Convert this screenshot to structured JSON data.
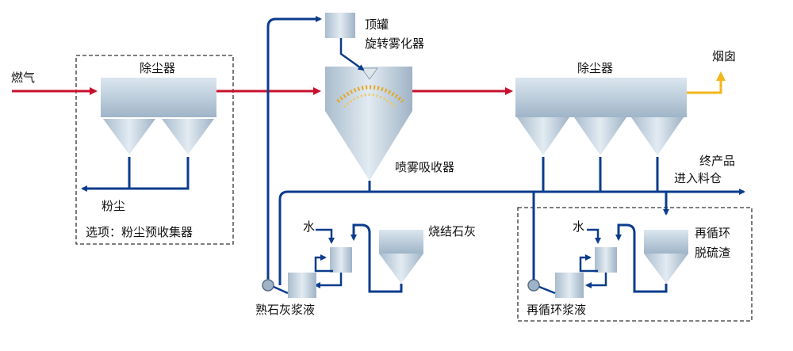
{
  "labels": {
    "flue_gas": "燃气",
    "dust_collector_left": "除尘器",
    "dust": "粉尘",
    "optional": "选项：粉尘预收集器",
    "top_tank": "顶罐",
    "rotary_atomizer": "旋转雾化器",
    "spray_absorber": "喷雾吸收器",
    "dust_collector_right": "除尘器",
    "chimney": "烟囱",
    "product_line1": "终产品",
    "product_line2": "进入料仓",
    "water_left": "水",
    "quicklime": "烧结石灰",
    "slaked_lime_slurry": "熟石灰浆液",
    "water_right": "水",
    "recirc_line1": "再循环",
    "recirc_line2": "脱硫渣",
    "recirc_slurry": "再循环浆液"
  },
  "colors": {
    "gas_flow": "#c8102e",
    "slurry_flow": "#0b3c8c",
    "clean_gas": "#f2b619",
    "equipment": "#b4c6d6"
  }
}
